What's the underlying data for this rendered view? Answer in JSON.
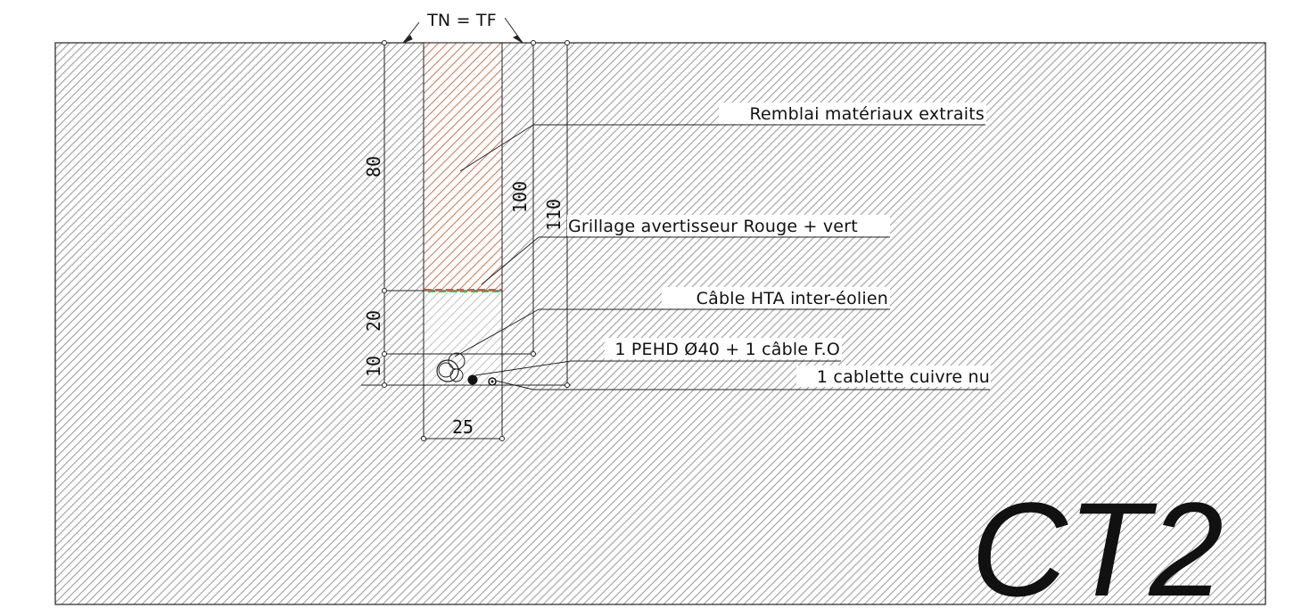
{
  "drawing": {
    "top_label": "TN = TF",
    "section_id": "CT2",
    "dimensions": {
      "depth_backfill": "80",
      "depth_trench_top": "100",
      "depth_total": "110",
      "depth_middle": "20",
      "depth_bottom": "10",
      "width": "25"
    },
    "callouts": {
      "backfill": "Remblai matériaux extraits",
      "warning_mesh": "Grillage avertisseur Rouge + vert",
      "hta_cable": "Câble HTA inter-éolien",
      "pehd": "1 PEHD Ø40 + 1 câble F.O",
      "copper": "1 cablette cuivre nu"
    },
    "colors": {
      "line": "#222222",
      "hatch": "#9a9a9a",
      "backfill_hatch": "#c47a5a",
      "mesh_red": "#e05050",
      "mesh_green": "#50b050"
    }
  }
}
